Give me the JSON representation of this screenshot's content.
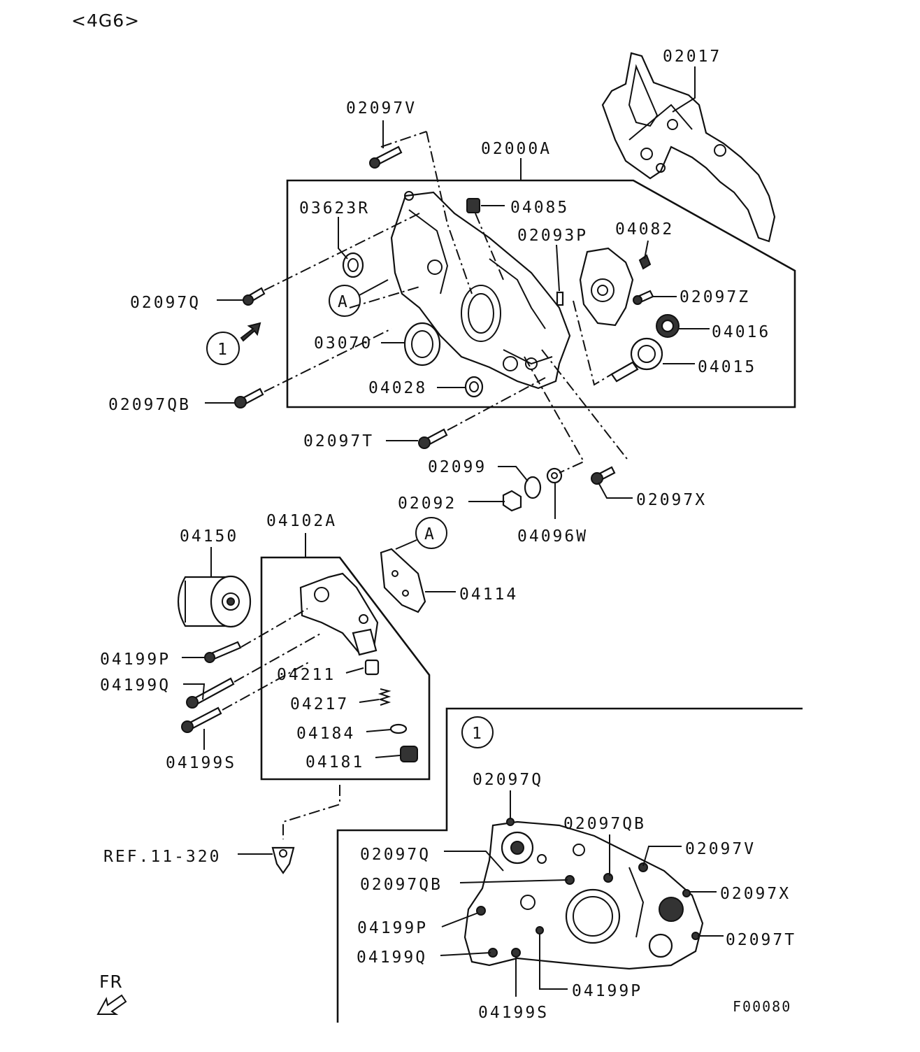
{
  "header": {
    "engine_code": "<4G6>"
  },
  "callouts": {
    "c1": "1",
    "cA": "A"
  },
  "labels": {
    "p02017": "02017",
    "p02097V": "02097V",
    "p02000A": "02000A",
    "p03623R": "03623R",
    "p04085": "04085",
    "p02093P": "02093P",
    "p04082": "04082",
    "p02097Q": "02097Q",
    "p02097Z": "02097Z",
    "p04016": "04016",
    "p03070": "03070",
    "p04015": "04015",
    "p02097QB": "02097QB",
    "p04028": "04028",
    "p02097T": "02097T",
    "p02099": "02099",
    "p02092": "02092",
    "p02097X": "02097X",
    "p04096W": "04096W",
    "p04150": "04150",
    "p04102A": "04102A",
    "p04114": "04114",
    "p04199P": "04199P",
    "p04199Q": "04199Q",
    "p04211": "04211",
    "p04217": "04217",
    "p04184": "04184",
    "p04199S": "04199S",
    "p04181": "04181",
    "ref": "REF.11-320"
  },
  "detail_view": {
    "d02097Q_top": "02097Q",
    "d02097QB_top": "02097QB",
    "d02097V": "02097V",
    "d02097Q": "02097Q",
    "d02097QB": "02097QB",
    "d02097X": "02097X",
    "d04199P": "04199P",
    "d02097T": "02097T",
    "d04199Q": "04199Q",
    "d04199P_b": "04199P",
    "d04199S": "04199S"
  },
  "footer": {
    "front_indicator": "FR",
    "figure_id": "F00080"
  }
}
